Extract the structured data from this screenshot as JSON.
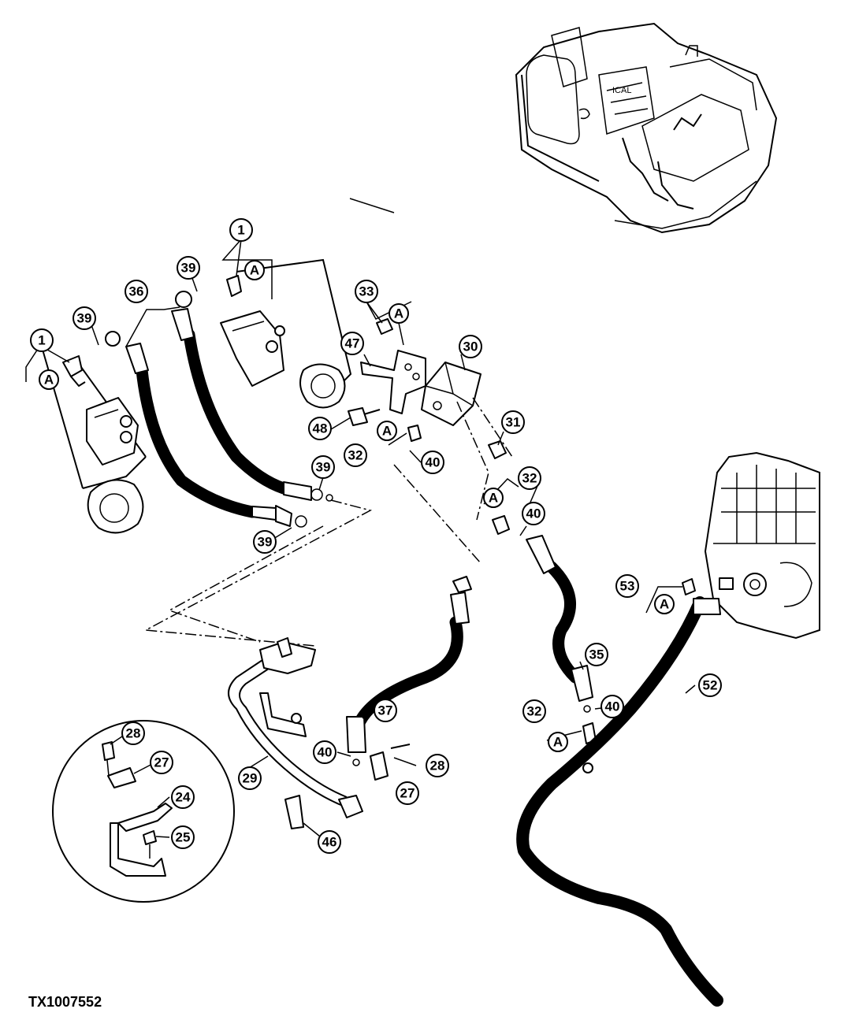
{
  "figure_id": "TX1007552",
  "machine_label": "ICAL",
  "callouts": [
    {
      "key": "c1a",
      "label": "1"
    },
    {
      "key": "c1b",
      "label": "1"
    },
    {
      "key": "c39a",
      "label": "39"
    },
    {
      "key": "c39b",
      "label": "39"
    },
    {
      "key": "c39c",
      "label": "39"
    },
    {
      "key": "c39d",
      "label": "39"
    },
    {
      "key": "c36",
      "label": "36"
    },
    {
      "key": "c33",
      "label": "33"
    },
    {
      "key": "c47",
      "label": "47"
    },
    {
      "key": "c30",
      "label": "30"
    },
    {
      "key": "c48",
      "label": "48"
    },
    {
      "key": "c32a",
      "label": "32"
    },
    {
      "key": "c40a",
      "label": "40"
    },
    {
      "key": "c31",
      "label": "31"
    },
    {
      "key": "c32b",
      "label": "32"
    },
    {
      "key": "c40b",
      "label": "40"
    },
    {
      "key": "c53",
      "label": "53"
    },
    {
      "key": "c35",
      "label": "35"
    },
    {
      "key": "c52",
      "label": "52"
    },
    {
      "key": "c40c",
      "label": "40"
    },
    {
      "key": "c32c",
      "label": "32"
    },
    {
      "key": "c37",
      "label": "37"
    },
    {
      "key": "c40d",
      "label": "40"
    },
    {
      "key": "c28a",
      "label": "28"
    },
    {
      "key": "c28b",
      "label": "28"
    },
    {
      "key": "c27a",
      "label": "27"
    },
    {
      "key": "c27b",
      "label": "27"
    },
    {
      "key": "c24",
      "label": "24"
    },
    {
      "key": "c25",
      "label": "25"
    },
    {
      "key": "c29",
      "label": "29"
    },
    {
      "key": "c46",
      "label": "46"
    }
  ],
  "letter_a": "A"
}
